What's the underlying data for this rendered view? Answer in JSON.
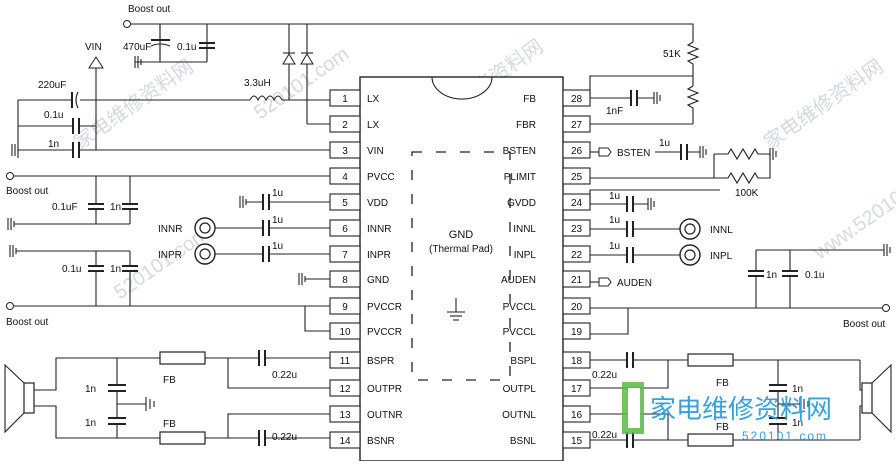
{
  "chip": {
    "center_label": "GND",
    "center_sublabel": "(Thermal Pad)",
    "left_pins": [
      {
        "num": "1",
        "name": "LX"
      },
      {
        "num": "2",
        "name": "LX"
      },
      {
        "num": "3",
        "name": "VIN"
      },
      {
        "num": "4",
        "name": "PVCC"
      },
      {
        "num": "5",
        "name": "VDD"
      },
      {
        "num": "6",
        "name": "INNR"
      },
      {
        "num": "7",
        "name": "INPR"
      },
      {
        "num": "8",
        "name": "GND"
      },
      {
        "num": "9",
        "name": "PVCCR"
      },
      {
        "num": "10",
        "name": "PVCCR"
      },
      {
        "num": "11",
        "name": "BSPR"
      },
      {
        "num": "12",
        "name": "OUTPR"
      },
      {
        "num": "13",
        "name": "OUTNR"
      },
      {
        "num": "14",
        "name": "BSNR"
      }
    ],
    "right_pins": [
      {
        "num": "28",
        "name": "FB"
      },
      {
        "num": "27",
        "name": "FBR"
      },
      {
        "num": "26",
        "name": "BSTEN"
      },
      {
        "num": "25",
        "name": "PLIMIT"
      },
      {
        "num": "24",
        "name": "GVDD"
      },
      {
        "num": "23",
        "name": "INNL"
      },
      {
        "num": "22",
        "name": "INPL"
      },
      {
        "num": "21",
        "name": "AUDEN"
      },
      {
        "num": "20",
        "name": "PVCCL"
      },
      {
        "num": "19",
        "name": "PVCCL"
      },
      {
        "num": "18",
        "name": "BSPL"
      },
      {
        "num": "17",
        "name": "OUTPL"
      },
      {
        "num": "16",
        "name": "OUTNL"
      },
      {
        "num": "15",
        "name": "BSNL"
      }
    ]
  },
  "labels": {
    "boost_out_top": "Boost out",
    "cap_470uf": "470uF",
    "cap_01u_top": "0.1u",
    "vin": "VIN",
    "cap_220uf": "220uF",
    "inductor": "3.3uH",
    "cap_01u_left": "0.1u",
    "cap_1n_left": "1n",
    "boost_out_left": "Boost out",
    "cap_01uf_pvcc": "0.1uF",
    "cap_1n_pvcc": "1n",
    "cap_1u_vdd": "1u",
    "cap_1u_innr": "1u",
    "cap_1u_inpr": "1u",
    "innr": "INNR",
    "inpr": "INPR",
    "cap_01u_pvccr": "0.1u",
    "cap_1n_pvccr": "1n",
    "boost_out_bottom_left": "Boost out",
    "cap_1n_spk_l1": "1n",
    "cap_1n_spk_l2": "1n",
    "fb_l1": "FB",
    "fb_l2": "FB",
    "cap_022u_bspr": "0.22u",
    "cap_022u_bsnr": "0.22u",
    "res_51k": "51K",
    "cap_1nf": "1nF",
    "cap_1u_bsten": "1u",
    "bsten": "BSTEN",
    "res_100k": "100K",
    "cap_1u_gvdd": "1u",
    "cap_1u_innl": "1u",
    "cap_1u_inpl": "1u",
    "innl": "INNL",
    "inpl": "INPL",
    "auden": "AUDEN",
    "cap_1n_pvccl": "1n",
    "cap_01u_pvccl": "0.1u",
    "boost_out_right": "Boost out",
    "cap_022u_bspl": "0.22u",
    "cap_022u_bsnl": "0.22u",
    "fb_r1": "FB",
    "fb_r2": "FB",
    "cap_1n_spk_r1": "1n",
    "cap_1n_spk_r2": "1n"
  },
  "watermarks": {
    "wm1": "家电维修资料网",
    "wm2": "520101.com",
    "wm3": "家电维修资料网",
    "wm4": "520101.com",
    "wm5": "家电维修资料网",
    "wm6": "www.520101.com",
    "logo_text": "家电维修资料网",
    "logo_url": "520101.com"
  }
}
